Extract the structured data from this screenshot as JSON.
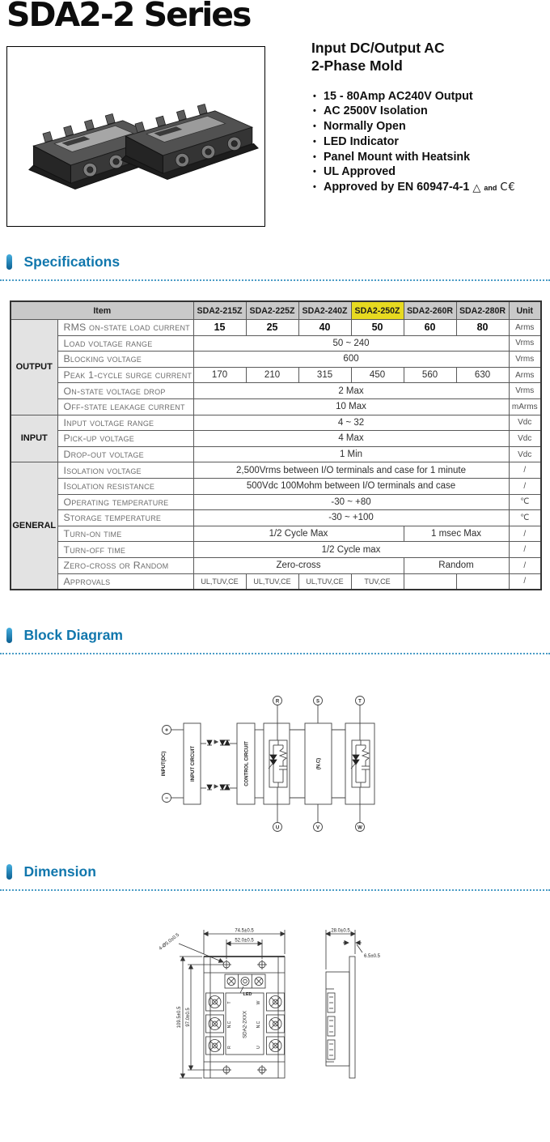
{
  "page": {
    "title": "SDA2-2 Series"
  },
  "intro": {
    "heading_line1": "Input DC/Output AC",
    "heading_line2": "2-Phase Mold",
    "bullets": [
      "15 - 80Amp AC240V Output",
      "AC 2500V Isolation",
      "Normally Open",
      "LED Indicator",
      "Panel Mount with Heatsink",
      "UL Approved"
    ],
    "last_bullet": {
      "text": "Approved by EN 60947-4-1",
      "triangle": "△",
      "and_text": "and",
      "ce_text": "C€"
    }
  },
  "sections": {
    "specifications": "Specifications",
    "block_diagram": "Block Diagram",
    "dimension": "Dimension"
  },
  "colors": {
    "accent_blue": "#1177ad",
    "dotted_rule": "#4a9cc6",
    "table_header_bg": "#c9c9c9",
    "group_bg": "#e3e3e3",
    "highlight_yellow": "#e7da20"
  },
  "spec_table": {
    "header": [
      "Item",
      "SDA2-215Z",
      "SDA2-225Z",
      "SDA2-240Z",
      "SDA2-250Z",
      "SDA2-260R",
      "SDA2-280R",
      "Unit"
    ],
    "highlight_index": 4,
    "groups": [
      {
        "name": "OUTPUT",
        "rows": [
          {
            "label": "RMS on-state load current",
            "cells": [
              {
                "t": "15",
                "b": 1
              },
              {
                "t": "25",
                "b": 1
              },
              {
                "t": "40",
                "b": 1
              },
              {
                "t": "50",
                "b": 1
              },
              {
                "t": "60",
                "b": 1
              },
              {
                "t": "80",
                "b": 1
              }
            ],
            "unit": "Arms"
          },
          {
            "label": "Load voltage range",
            "cells": [
              {
                "t": "50 ~ 240",
                "span": 6
              }
            ],
            "unit": "Vrms"
          },
          {
            "label": "Blocking voltage",
            "cells": [
              {
                "t": "600",
                "span": 6
              }
            ],
            "unit": "Vrms"
          },
          {
            "label": "Peak 1-cycle surge current",
            "cells": [
              {
                "t": "170"
              },
              {
                "t": "210"
              },
              {
                "t": "315"
              },
              {
                "t": "450"
              },
              {
                "t": "560"
              },
              {
                "t": "630"
              }
            ],
            "unit": "Arms"
          },
          {
            "label": "On-state voltage drop",
            "cells": [
              {
                "t": "2 Max",
                "span": 6
              }
            ],
            "unit": "Vrms"
          },
          {
            "label": "Off-state leakage current",
            "cells": [
              {
                "t": "10 Max",
                "span": 6
              }
            ],
            "unit": "mArms"
          }
        ]
      },
      {
        "name": "INPUT",
        "rows": [
          {
            "label": "Input voltage range",
            "cells": [
              {
                "t": "4 ~ 32",
                "span": 6
              }
            ],
            "unit": "Vdc"
          },
          {
            "label": "Pick-up voltage",
            "cells": [
              {
                "t": "4 Max",
                "span": 6
              }
            ],
            "unit": "Vdc"
          },
          {
            "label": "Drop-out voltage",
            "cells": [
              {
                "t": "1 Min",
                "span": 6
              }
            ],
            "unit": "Vdc"
          }
        ]
      },
      {
        "name": "GENERAL",
        "rows": [
          {
            "label": "Isolation voltage",
            "cells": [
              {
                "t": "2,500Vrms between I/O terminals and case for 1 minute",
                "span": 6
              }
            ],
            "unit": "/"
          },
          {
            "label": "Isolation resistance",
            "cells": [
              {
                "t": "500Vdc 100Mohm between I/O terminals and case",
                "span": 6
              }
            ],
            "unit": "/"
          },
          {
            "label": "Operating temperature",
            "cells": [
              {
                "t": "-30 ~ +80",
                "span": 6
              }
            ],
            "unit": "℃"
          },
          {
            "label": "Storage temperature",
            "cells": [
              {
                "t": "-30 ~ +100",
                "span": 6
              }
            ],
            "unit": "℃"
          },
          {
            "label": "Turn-on time",
            "cells": [
              {
                "t": "1/2 Cycle Max",
                "span": 4
              },
              {
                "t": "1 msec Max",
                "span": 2
              }
            ],
            "unit": "/"
          },
          {
            "label": "Turn-off time",
            "cells": [
              {
                "t": "1/2 Cycle max",
                "span": 6
              }
            ],
            "unit": "/"
          },
          {
            "label": "Zero-cross or Random",
            "cells": [
              {
                "t": "Zero-cross",
                "span": 4
              },
              {
                "t": "Random",
                "span": 2
              }
            ],
            "unit": "/"
          },
          {
            "label": "Approvals",
            "cells": [
              {
                "t": "UL,TUV,CE",
                "s": 1
              },
              {
                "t": "UL,TUV,CE",
                "s": 1
              },
              {
                "t": "UL,TUV,CE",
                "s": 1
              },
              {
                "t": "TUV,CE",
                "s": 1
              },
              {
                "t": ""
              },
              {
                "t": ""
              }
            ],
            "unit": "/"
          }
        ]
      }
    ]
  },
  "block_diagram": {
    "plus": "+",
    "minus": "−",
    "input_dc_label": "INPUT(DC)",
    "input_circuit": "INPUT CIRCUIT",
    "control_circuit": "CONTROL CIRCUIT",
    "nc_label": "(N.C)",
    "top_terminals": [
      "R",
      "S",
      "T"
    ],
    "bottom_terminals": [
      "U",
      "V",
      "W"
    ]
  },
  "dimension": {
    "front": {
      "width_outer": "74.5±0.5",
      "width_inner": "52.0±0.5",
      "height_outer": "109.5±0.5",
      "height_inner": "97.0±0.5",
      "hole_callout": "4-Ø5.0±0.5",
      "led_label": "LED",
      "model_label": "SDA2-2XXX",
      "left_terminals": [
        "T",
        "N.C",
        "R"
      ],
      "right_terminals": [
        "W",
        "N.C",
        "U"
      ]
    },
    "side": {
      "depth": "28.0±0.5",
      "flange": "6.5±0.5"
    }
  }
}
